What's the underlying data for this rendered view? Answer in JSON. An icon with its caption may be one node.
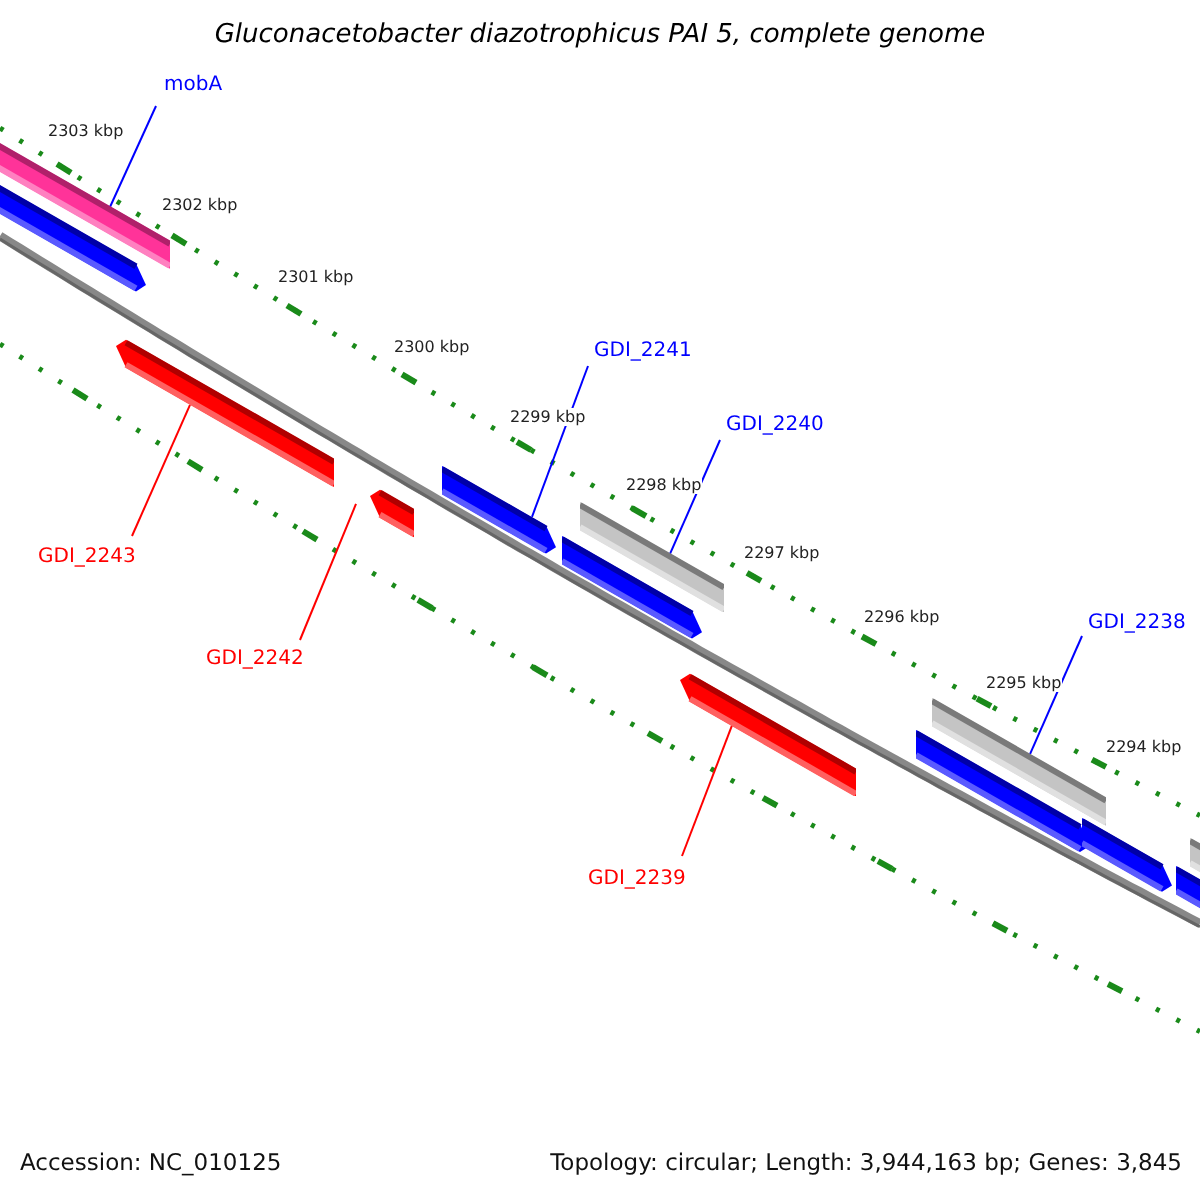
{
  "diagram": {
    "title": "Gluconacetobacter diazotrophicus PAI 5, complete genome",
    "nodes": [
      {
        "text": [
          "mobA"
        ]
      },
      {
        "text": [
          "GDI_2241"
        ]
      },
      {
        "text": [
          "GDI_2240"
        ]
      },
      {
        "text": [
          "GDI_2238"
        ]
      },
      {
        "text": [
          "GDI_2243"
        ]
      },
      {
        "text": [
          "GDI_2242"
        ]
      },
      {
        "text": [
          "GDI_2239"
        ]
      },
      {
        "text": [],
        "shape": "bar"
      },
      {
        "text": [],
        "shape": "bar"
      },
      {
        "text": [],
        "shape": "bar"
      },
      {
        "text": [],
        "shape": "bar"
      },
      {
        "text": [],
        "shape": "bar"
      },
      {
        "text": [],
        "shape": "bar"
      },
      {
        "text": [],
        "shape": "bar"
      },
      {
        "text": [],
        "shape": "bar"
      },
      {
        "text": [],
        "shape": "bar"
      },
      {
        "text": [],
        "shape": "bar"
      },
      {
        "text": [],
        "shape": "bar"
      },
      {
        "text": [],
        "shape": "bar"
      },
      {
        "text": [],
        "shape": "bar"
      }
    ],
    "edges": [
      {
        "from": 0,
        "to": 7,
        "arrow": "none"
      },
      {
        "from": 1,
        "to": 11,
        "arrow": "none"
      },
      {
        "from": 2,
        "to": 13,
        "arrow": "none"
      },
      {
        "from": 3,
        "to": 16,
        "arrow": "none"
      },
      {
        "from": 4,
        "to": 9,
        "arrow": "none",
        "color": "#ff0000"
      },
      {
        "from": 5,
        "to": 10,
        "arrow": "none",
        "color": "#ff0000"
      },
      {
        "from": 6,
        "to": 14,
        "arrow": "none",
        "color": "#ff0000"
      }
    ],
    "labels": [
      "2303 kbp",
      "2302 kbp",
      "2301 kbp",
      "2300 kbp",
      "2299 kbp",
      "2298 kbp",
      "2297 kbp",
      "2296 kbp",
      "2295 kbp",
      "2294 kbp",
      "Accession: NC_010125",
      "Topology: circular; Length: 3,944,163 bp; Genes: 3,845"
    ]
  }
}
